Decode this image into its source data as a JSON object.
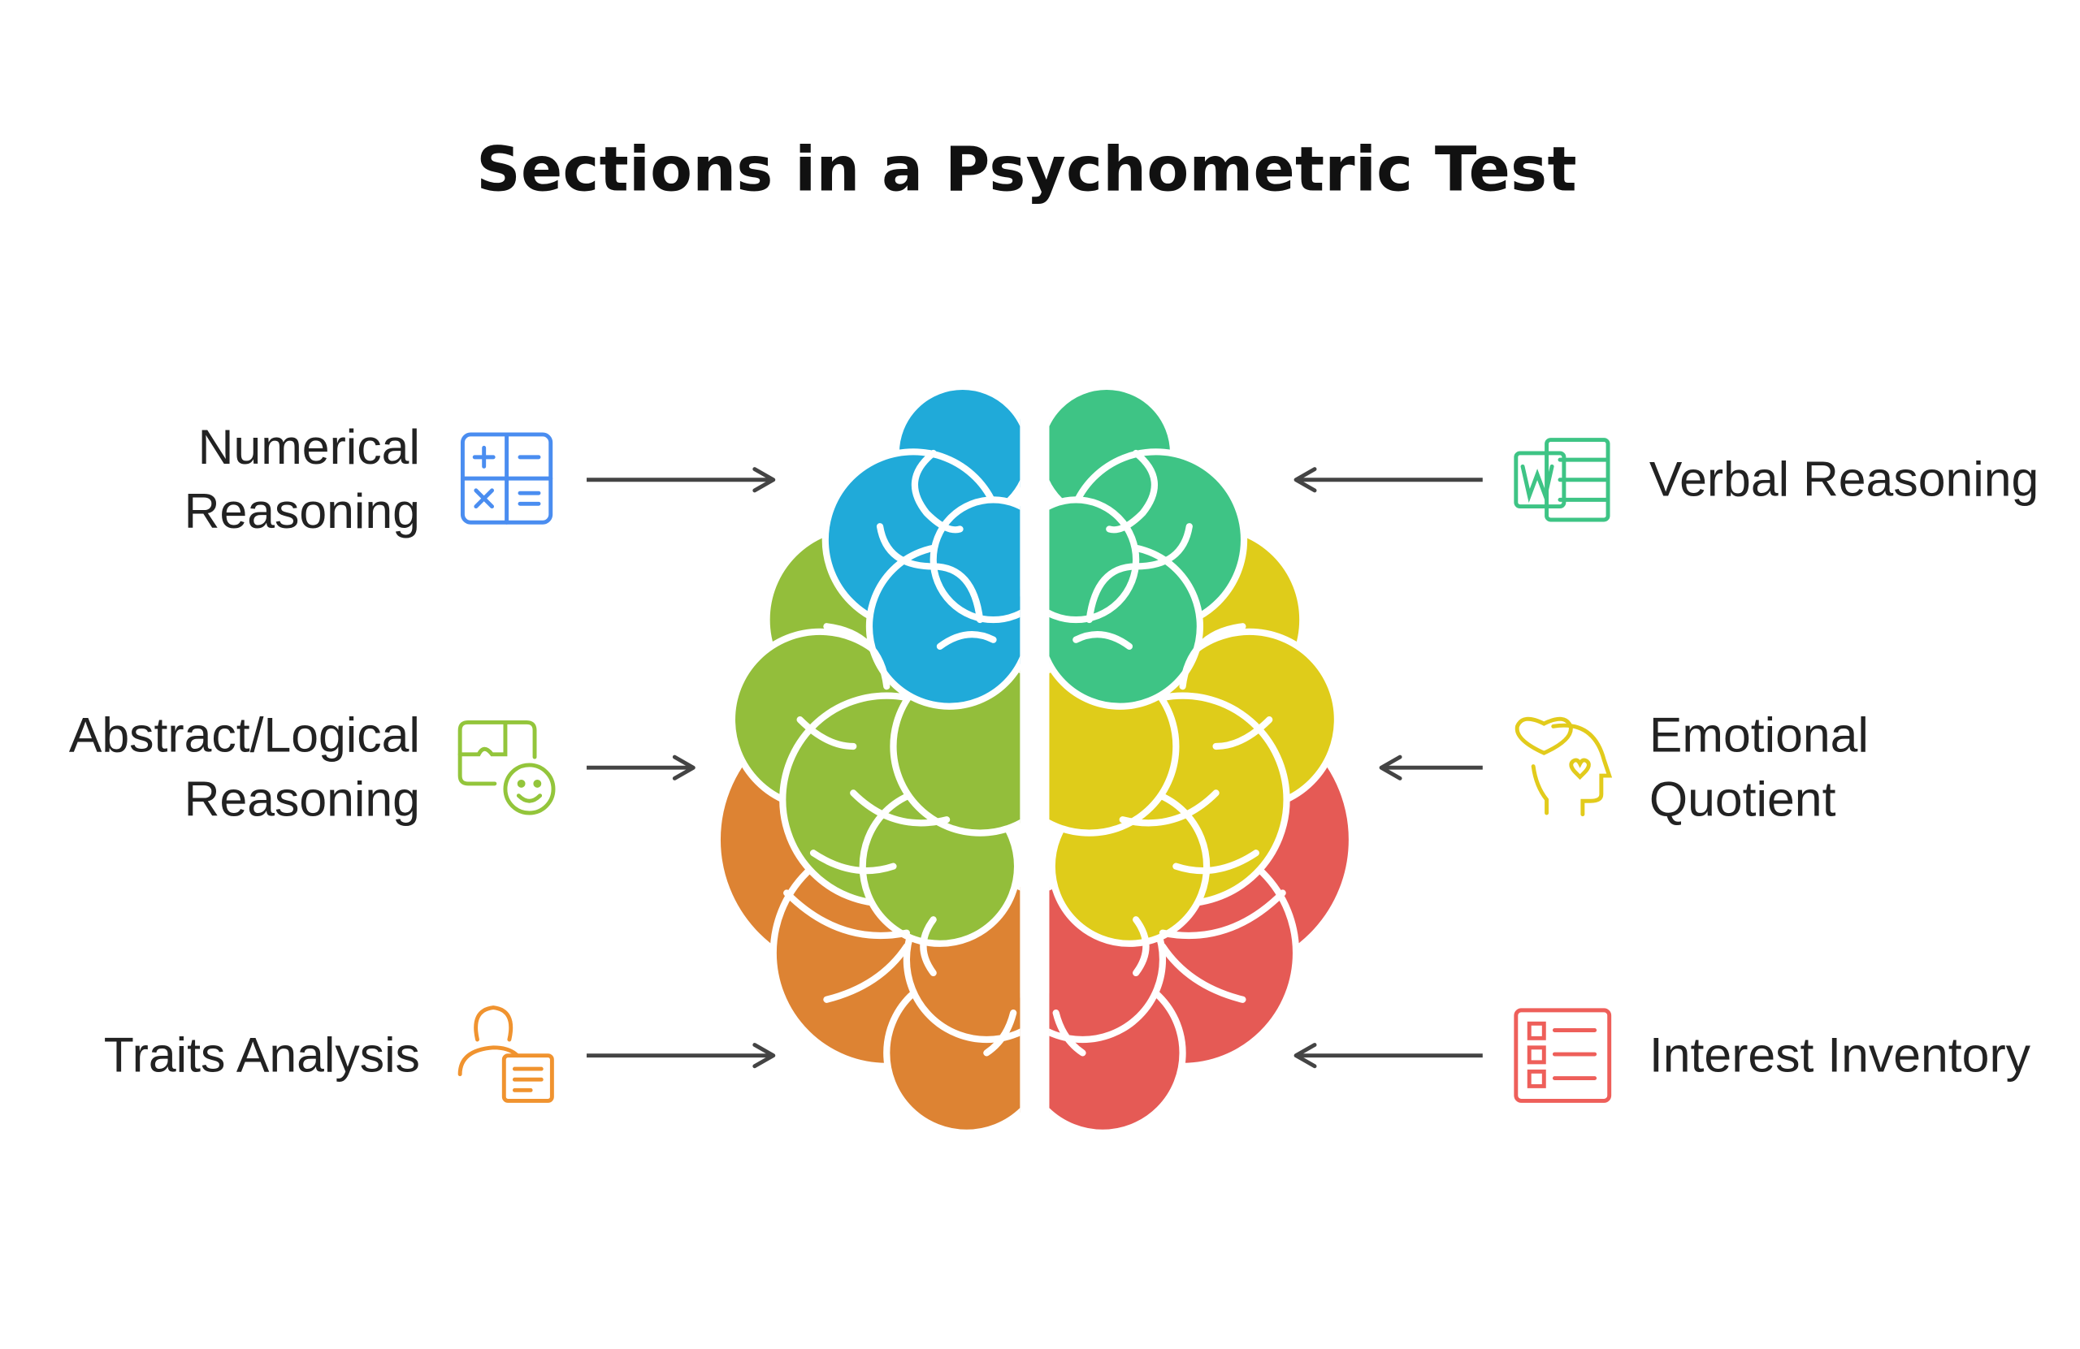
{
  "title": "Sections in a Psychometric Test",
  "sections": [
    {
      "side": "left",
      "line1": "Numerical",
      "line2": "Reasoning",
      "icon": "calculator-icon",
      "color": "#4A8DF0",
      "brain_color": "#20AAD9"
    },
    {
      "side": "left",
      "line1": "Abstract/Logical",
      "line2": "Reasoning",
      "icon": "puzzle-face-icon",
      "color": "#93C53B",
      "brain_color": "#93BE3B"
    },
    {
      "side": "left",
      "line1": "Traits Analysis",
      "icon": "person-document-icon",
      "color": "#F0932F",
      "brain_color": "#DD8333"
    },
    {
      "side": "right",
      "line1": "Verbal Reasoning",
      "icon": "word-document-icon",
      "color": "#3EC485",
      "brain_color": "#3EC485"
    },
    {
      "side": "right",
      "line1": "Emotional",
      "line2": "Quotient",
      "icon": "head-heart-icon",
      "color": "#E2CB1C",
      "brain_color": "#DFCC1A"
    },
    {
      "side": "right",
      "line1": "Interest Inventory",
      "icon": "checklist-icon",
      "color": "#EE5F5A",
      "brain_color": "#E55A55"
    }
  ]
}
